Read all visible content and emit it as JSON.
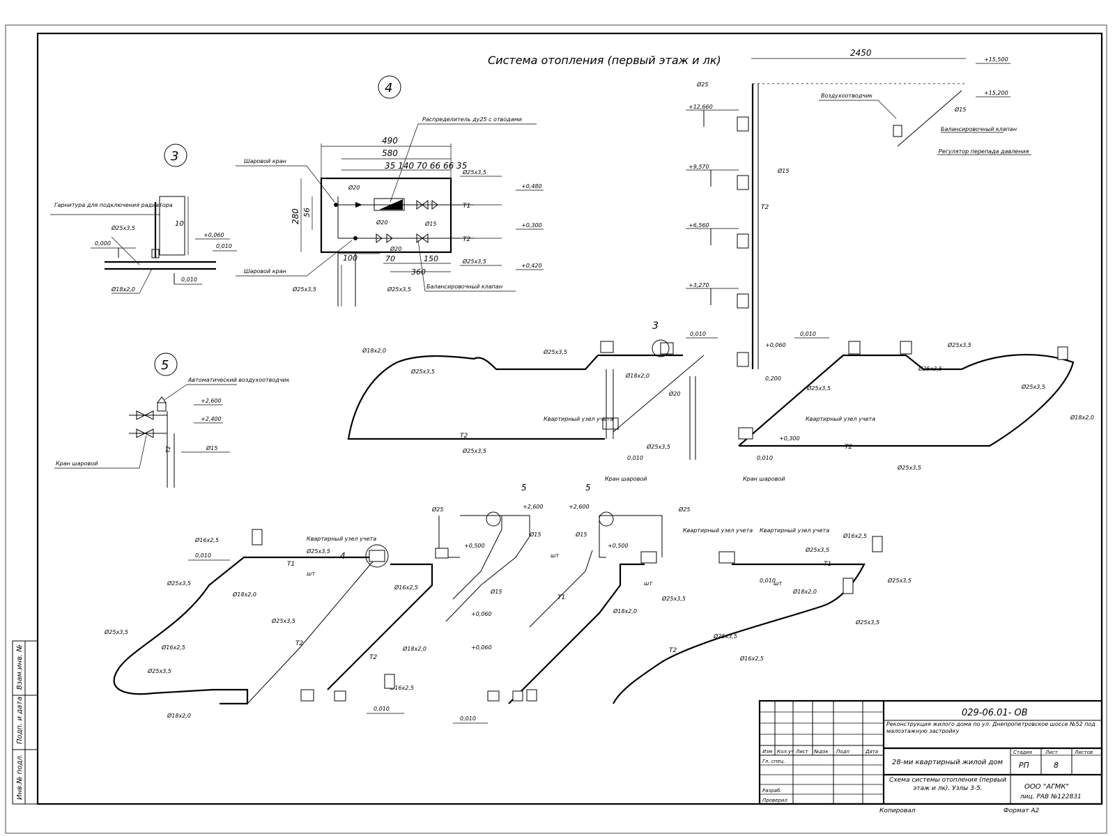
{
  "title": "Система отопления (первый этаж и лк)",
  "node_labels": [
    "3",
    "4",
    "5"
  ],
  "dimensions": {
    "top_width": "2450",
    "node4_490": "490",
    "node4_580": "580",
    "node4_row": "35 140 70 66 66 35",
    "node4_280": "280",
    "node4_56": "56",
    "node4_100": "100",
    "node4_70": "70",
    "node4_360": "360",
    "node4_150": "150",
    "node3_10": "10"
  },
  "levels": {
    "l15500": "+15,500",
    "l15200": "+15,200",
    "l12660": "+12,660",
    "l9570": "+9,570",
    "l6560": "+6,560",
    "l3270": "+3,270",
    "l0060": "+0,060",
    "l0000": "0,000",
    "l0010": "0,010",
    "l0200": "0,200",
    "l0300": "+0,300",
    "l0480": "+0,480",
    "l0420": "+0,420",
    "l2600": "+2,600",
    "l2400": "+2,400",
    "l0500": "+0,500"
  },
  "pipes": {
    "d25": "Ø25х3,5",
    "d18": "Ø18х2,0",
    "d15": "Ø15",
    "d20": "Ø20",
    "d25s": "Ø25",
    "d16": "Ø16х2,5",
    "t1": "Т1",
    "t2": "Т2"
  },
  "notes": {
    "node4_a": "Распределитель ду25 с отводами",
    "node4_b": "Шаровой кран",
    "node4_c": "Балансировочный клапан",
    "node3_a": "Гарнитура для подключения радиатора",
    "node5_a": "Автоматический воздухоотводчик",
    "node5_b": "Кран шаровой",
    "attic_a": "Воздухоотводчик",
    "attic_b": "Регулятор перепада давления",
    "meter": "Квартирный узел учета",
    "units": "шт"
  },
  "stamp": {
    "code": "029-06.01- ОВ",
    "project": "Реконструкция жилого дома по ул. Днепропетровское шоссе №52 под малоэтажную застройку",
    "building": "28-ми квартирный жилой дом",
    "sheet_title": "Схема системы отопления (первый этаж и лк). Узлы 3-5.",
    "stage_label": "Стадия",
    "sheet_label": "Лист",
    "sheets_label": "Листов",
    "stage": "РП",
    "sheet": "8",
    "sheets": "",
    "company": "ООО \"АГМК\"",
    "license": "лиц. РАВ №122831",
    "copied": "Копировал",
    "format": "Формат А2",
    "col1": "Изм",
    "col2": "Кол.уч",
    "col3": "Лист",
    "col4": "№док",
    "col5": "Подп",
    "col6": "Дата",
    "row1": "Гл. спец.",
    "row2": "Разраб.",
    "row3": "Проверил"
  },
  "side_stamp": {
    "a": "Взам.инв. №",
    "b": "Подп. и дата",
    "c": "Инв.№ подл."
  }
}
